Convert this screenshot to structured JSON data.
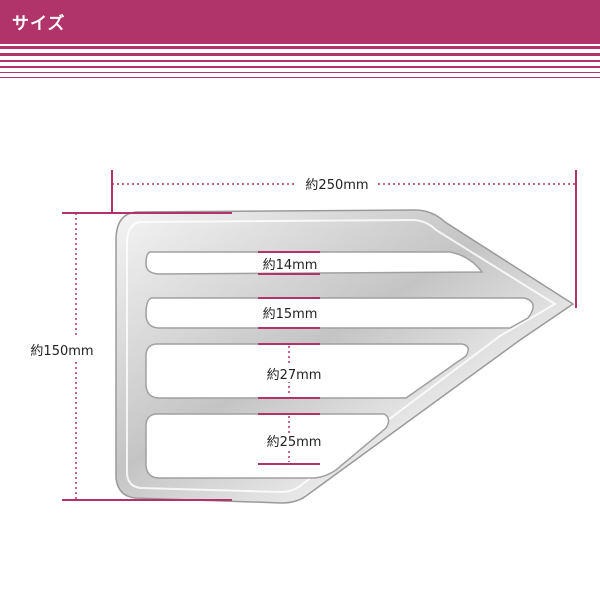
{
  "header": {
    "title": "サイズ"
  },
  "colors": {
    "accent": "#b0336a",
    "dim_line": "#b0336a",
    "chrome": "#c9c9c9"
  },
  "dimensions": {
    "width": "約250mm",
    "height": "約150mm",
    "slot1": "約14mm",
    "slot2": "約15mm",
    "slot3": "約27mm",
    "slot4": "約25mm"
  }
}
